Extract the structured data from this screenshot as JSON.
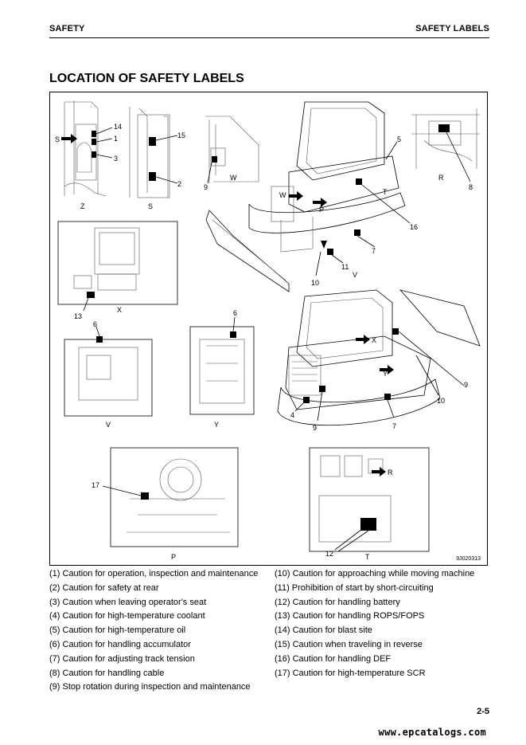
{
  "header": {
    "left": "SAFETY",
    "right": "SAFETY LABELS"
  },
  "title": "LOCATION OF SAFETY LABELS",
  "figure": {
    "code": "9J020313",
    "views": {
      "z": "Z",
      "s": "S",
      "w": "W",
      "r": "R",
      "x": "X",
      "v": "V",
      "y": "Y",
      "p": "P",
      "t": "T",
      "s_arrow": "S",
      "w_arrow": "W",
      "p_arrow": "P",
      "v_arrow": "V",
      "x_arrow": "X",
      "y_arrow": "Y",
      "r_arrow": "R",
      "t_arrow": "T"
    },
    "callouts": {
      "n14": "14",
      "n1": "1",
      "n3": "3",
      "n15": "15",
      "n2": "2",
      "n9a": "9",
      "n5": "5",
      "n8": "8",
      "n16": "16",
      "n7a": "7",
      "n11": "11",
      "n10a": "10",
      "n13": "13",
      "n6a": "6",
      "n6b": "6",
      "n9b": "9",
      "n10b": "10",
      "n4": "4",
      "n9c": "9",
      "n7b": "7",
      "n17": "17",
      "n12": "12"
    }
  },
  "captions": {
    "left": [
      "(1) Caution for operation, inspection and maintenance",
      "(2) Caution for safety at rear",
      "(3) Caution when leaving operator's seat",
      "(4) Caution for high-temperature coolant",
      "(5) Caution for high-temperature oil",
      "(6) Caution for handling accumulator",
      "(7) Caution for adjusting track tension",
      "(8) Caution for handling cable",
      "(9) Stop rotation during inspection and maintenance"
    ],
    "right": [
      "(10) Caution for approaching while moving machine",
      "(11) Prohibition of start by short-circuiting",
      "(12) Caution for handling battery",
      "(13) Caution for handling ROPS/FOPS",
      "(14) Caution for blast site",
      "(15) Caution when traveling in reverse",
      "(16) Caution for handling DEF",
      "(17) Caution for high-temperature SCR"
    ]
  },
  "page_number": "2-5",
  "watermark": "www.epcatalogs.com"
}
